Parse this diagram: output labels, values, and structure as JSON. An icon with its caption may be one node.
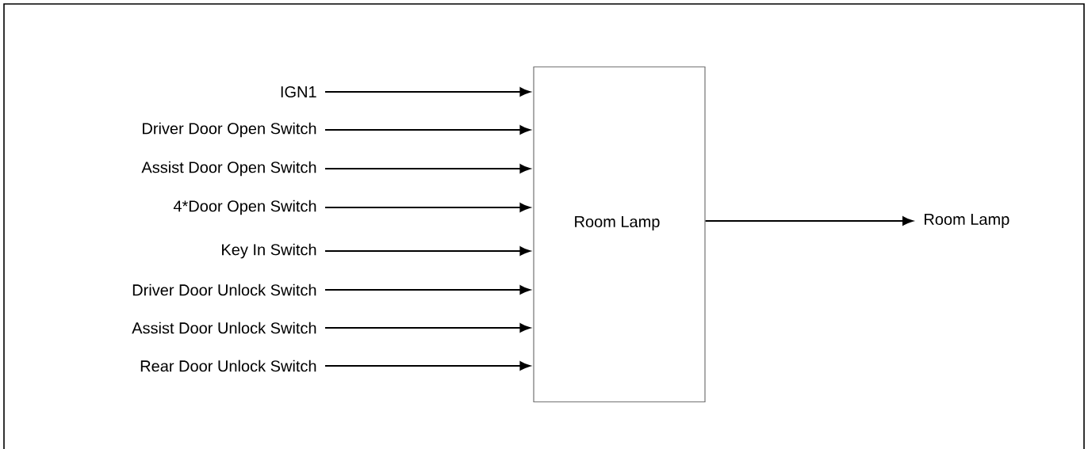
{
  "diagram": {
    "nodes": [
      {
        "text": [
          "IGN1"
        ]
      },
      {
        "text": [
          "Driver Door Open Switch"
        ]
      },
      {
        "text": [
          "Assist Door Open Switch"
        ]
      },
      {
        "text": [
          "4*Door Open Switch"
        ]
      },
      {
        "text": [
          "Key In Switch"
        ]
      },
      {
        "text": [
          "Driver Door Unlock Switch"
        ]
      },
      {
        "text": [
          "Assist Door Unlock Switch"
        ]
      },
      {
        "text": [
          "Rear Door Unlock Switch"
        ]
      },
      {
        "text": [
          "Room Lamp"
        ]
      },
      {
        "text": [
          "Room Lamp"
        ]
      }
    ],
    "edges": [
      {
        "from": 0,
        "to": 8,
        "arrow": "to"
      },
      {
        "from": 1,
        "to": 8,
        "arrow": "to"
      },
      {
        "from": 2,
        "to": 8,
        "arrow": "to"
      },
      {
        "from": 3,
        "to": 8,
        "arrow": "to"
      },
      {
        "from": 4,
        "to": 8,
        "arrow": "to"
      },
      {
        "from": 5,
        "to": 8,
        "arrow": "to"
      },
      {
        "from": 6,
        "to": 8,
        "arrow": "to"
      },
      {
        "from": 7,
        "to": 8,
        "arrow": "to"
      },
      {
        "from": 8,
        "to": 9,
        "arrow": "to"
      }
    ]
  }
}
